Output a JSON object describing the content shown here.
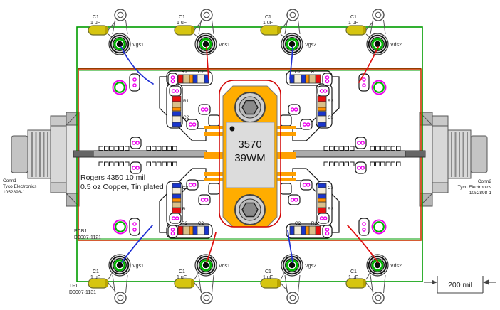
{
  "bias_posts": {
    "top": [
      {
        "cap_ref": "C1",
        "cap_value": "1 uF",
        "terminal": "Vgs1"
      },
      {
        "cap_ref": "C1",
        "cap_value": "1 uF",
        "terminal": "Vds1"
      },
      {
        "cap_ref": "C1",
        "cap_value": "1 uF",
        "terminal": "Vgs2"
      },
      {
        "cap_ref": "C1",
        "cap_value": "1 uF",
        "terminal": "Vds2"
      }
    ],
    "bottom": [
      {
        "cap_ref": "C1",
        "cap_value": "1 uF",
        "terminal": "Vgs1"
      },
      {
        "cap_ref": "C1",
        "cap_value": "1 uF",
        "terminal": "Vds1"
      },
      {
        "cap_ref": "C1",
        "cap_value": "1 uF",
        "terminal": "Vgs2"
      },
      {
        "cap_ref": "C1",
        "cap_value": "1 uF",
        "terminal": "Vds2"
      }
    ]
  },
  "device": {
    "marking_line1": "3570",
    "marking_line2": "39WM"
  },
  "substrate_note": {
    "line1": "Rogers 4350 10 mil",
    "line2": "0.5 oz Copper, Tin plated"
  },
  "pcb_label": {
    "ref": "PCB1",
    "drawing_number": "D0007-1121"
  },
  "fixture_label": {
    "ref": "TF1",
    "drawing_number": "D0007-1131"
  },
  "connectors": {
    "left": {
      "ref": "Conn1",
      "manufacturer": "Tyco Electronics",
      "part_number": "1052898-1"
    },
    "right": {
      "ref": "Conn2",
      "manufacturer": "Tyco Electronics",
      "part_number": "1052898-1"
    }
  },
  "scale_bar": {
    "label": "200 mil"
  },
  "components": {
    "top_left": {
      "row_r": "R2",
      "row_c": "C2",
      "vert_r": "R1",
      "vert_c": "C2"
    },
    "top_right": {
      "row_c": "C2",
      "row_r": "R1",
      "vert_r": "R3",
      "vert_c": "C3"
    },
    "bottom_left": {
      "vert_c": "C2",
      "vert_r": "R1",
      "row_r": "R2",
      "row_c": "C2"
    },
    "bottom_right": {
      "vert_c": "C3",
      "vert_r": "R3",
      "row_c": "C2",
      "row_r": "R1"
    }
  },
  "colors": {
    "fixture_outline": "#009c00",
    "pcb_outline": "#cc3300",
    "pcb_top_edge": "#804000",
    "wire_blue": "#1f2fd4",
    "wire_red": "#e01010",
    "capacitor_yellow": "#d6c510",
    "package_orange": "#ffad00",
    "lead_orange": "#ffa000",
    "resistor_red": "#e81010",
    "capacitor_blue": "#1a35cc",
    "via_magenta": "#ee00ee",
    "turret_green": "#00b400"
  }
}
